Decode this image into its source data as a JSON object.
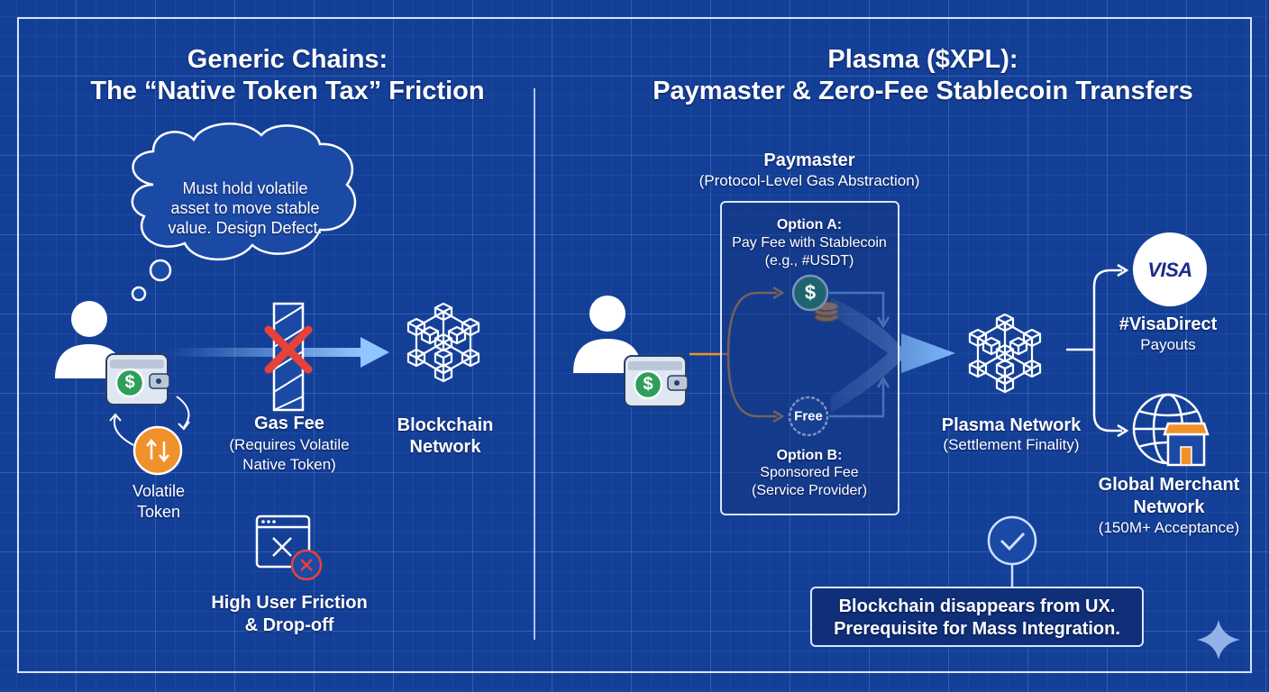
{
  "left": {
    "title_line1": "Generic Chains:",
    "title_line2": "The “Native Token Tax” Friction",
    "thought_line1": "Must hold volatile",
    "thought_line2": "asset to move stable",
    "thought_line3": "value. Design Defect.",
    "volatile_line1": "Volatile",
    "volatile_line2": "Token",
    "gas_title": "Gas Fee",
    "gas_sub1": "(Requires Volatile",
    "gas_sub2": "Native Token)",
    "blockchain_line1": "Blockchain",
    "blockchain_line2": "Network",
    "friction_line1": "High User Friction",
    "friction_line2": "& Drop-off"
  },
  "right": {
    "title_line1": "Plasma ($XPL):",
    "title_line2": "Paymaster & Zero-Fee Stablecoin Transfers",
    "paymaster_title": "Paymaster",
    "paymaster_sub": "(Protocol-Level Gas Abstraction)",
    "optA_title": "Option A:",
    "optA_line1": "Pay Fee with Stablecoin",
    "optA_line2": "(e.g., #USDT)",
    "free_label": "Free",
    "optB_title": "Option B:",
    "optB_line1": "Sponsored Fee",
    "optB_line2": "(Service Provider)",
    "plasma_title": "Plasma Network",
    "plasma_sub": "(Settlement Finality)",
    "visa_logo": "VISA",
    "visa_title": "#VisaDirect",
    "visa_sub": "Payouts",
    "merchant_line1": "Global Merchant",
    "merchant_line2": "Network",
    "merchant_sub": "(150M+ Acceptance)",
    "ux_line1": "Blockchain disappears from UX.",
    "ux_line2": "Prerequisite for Mass Integration."
  },
  "glyphs": {
    "dollar": "$"
  },
  "colors": {
    "background": "#143f97",
    "orange": "#f0922b",
    "green": "#2e9e5b",
    "cross": "#e8413a",
    "flow": "#8fc6ff"
  },
  "icons": [
    "user-icon",
    "wallet-icon",
    "token-swap-icon",
    "gas-bar-icon",
    "cross-icon",
    "blockchain-cube-icon",
    "error-window-icon",
    "coin-stack-icon",
    "check-circle-icon",
    "globe-store-icon",
    "sparkle-icon"
  ]
}
